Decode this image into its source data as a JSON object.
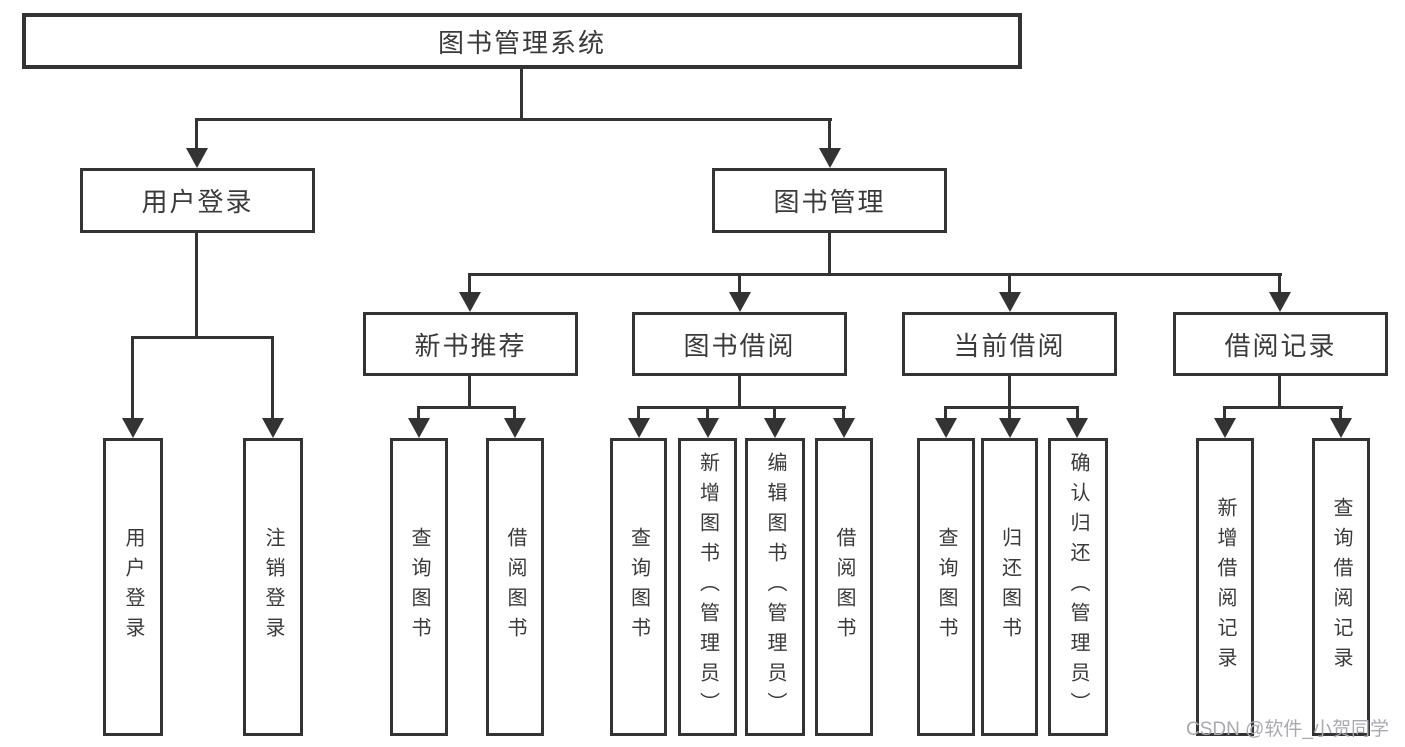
{
  "chart": {
    "root": "图书管理系统",
    "level2": {
      "user_login": "用户登录",
      "book_mgmt": "图书管理"
    },
    "level3": {
      "new_books": "新书推荐",
      "book_borrow": "图书借阅",
      "current_borrow": "当前借阅",
      "borrow_records": "借阅记录"
    },
    "leaves": {
      "login": "用户登录",
      "logout": "注销登录",
      "nb_query": "查询图书",
      "nb_borrow": "借阅图书",
      "bb_query": "查询图书",
      "bb_add": "新增图书（管理员）",
      "bb_edit": "编辑图书（管理员）",
      "bb_borrow": "借阅图书",
      "cb_query": "查询图书",
      "cb_return": "归还图书",
      "cb_confirm": "确认归还（管理员）",
      "br_add": "新增借阅记录",
      "br_query": "查询借阅记录"
    },
    "watermark": "CSDN @软件_小贺同学"
  },
  "colors": {
    "line": "#333333",
    "text": "#3a3a3a",
    "watermark": "#a9aaae",
    "background": "#ffffff"
  }
}
